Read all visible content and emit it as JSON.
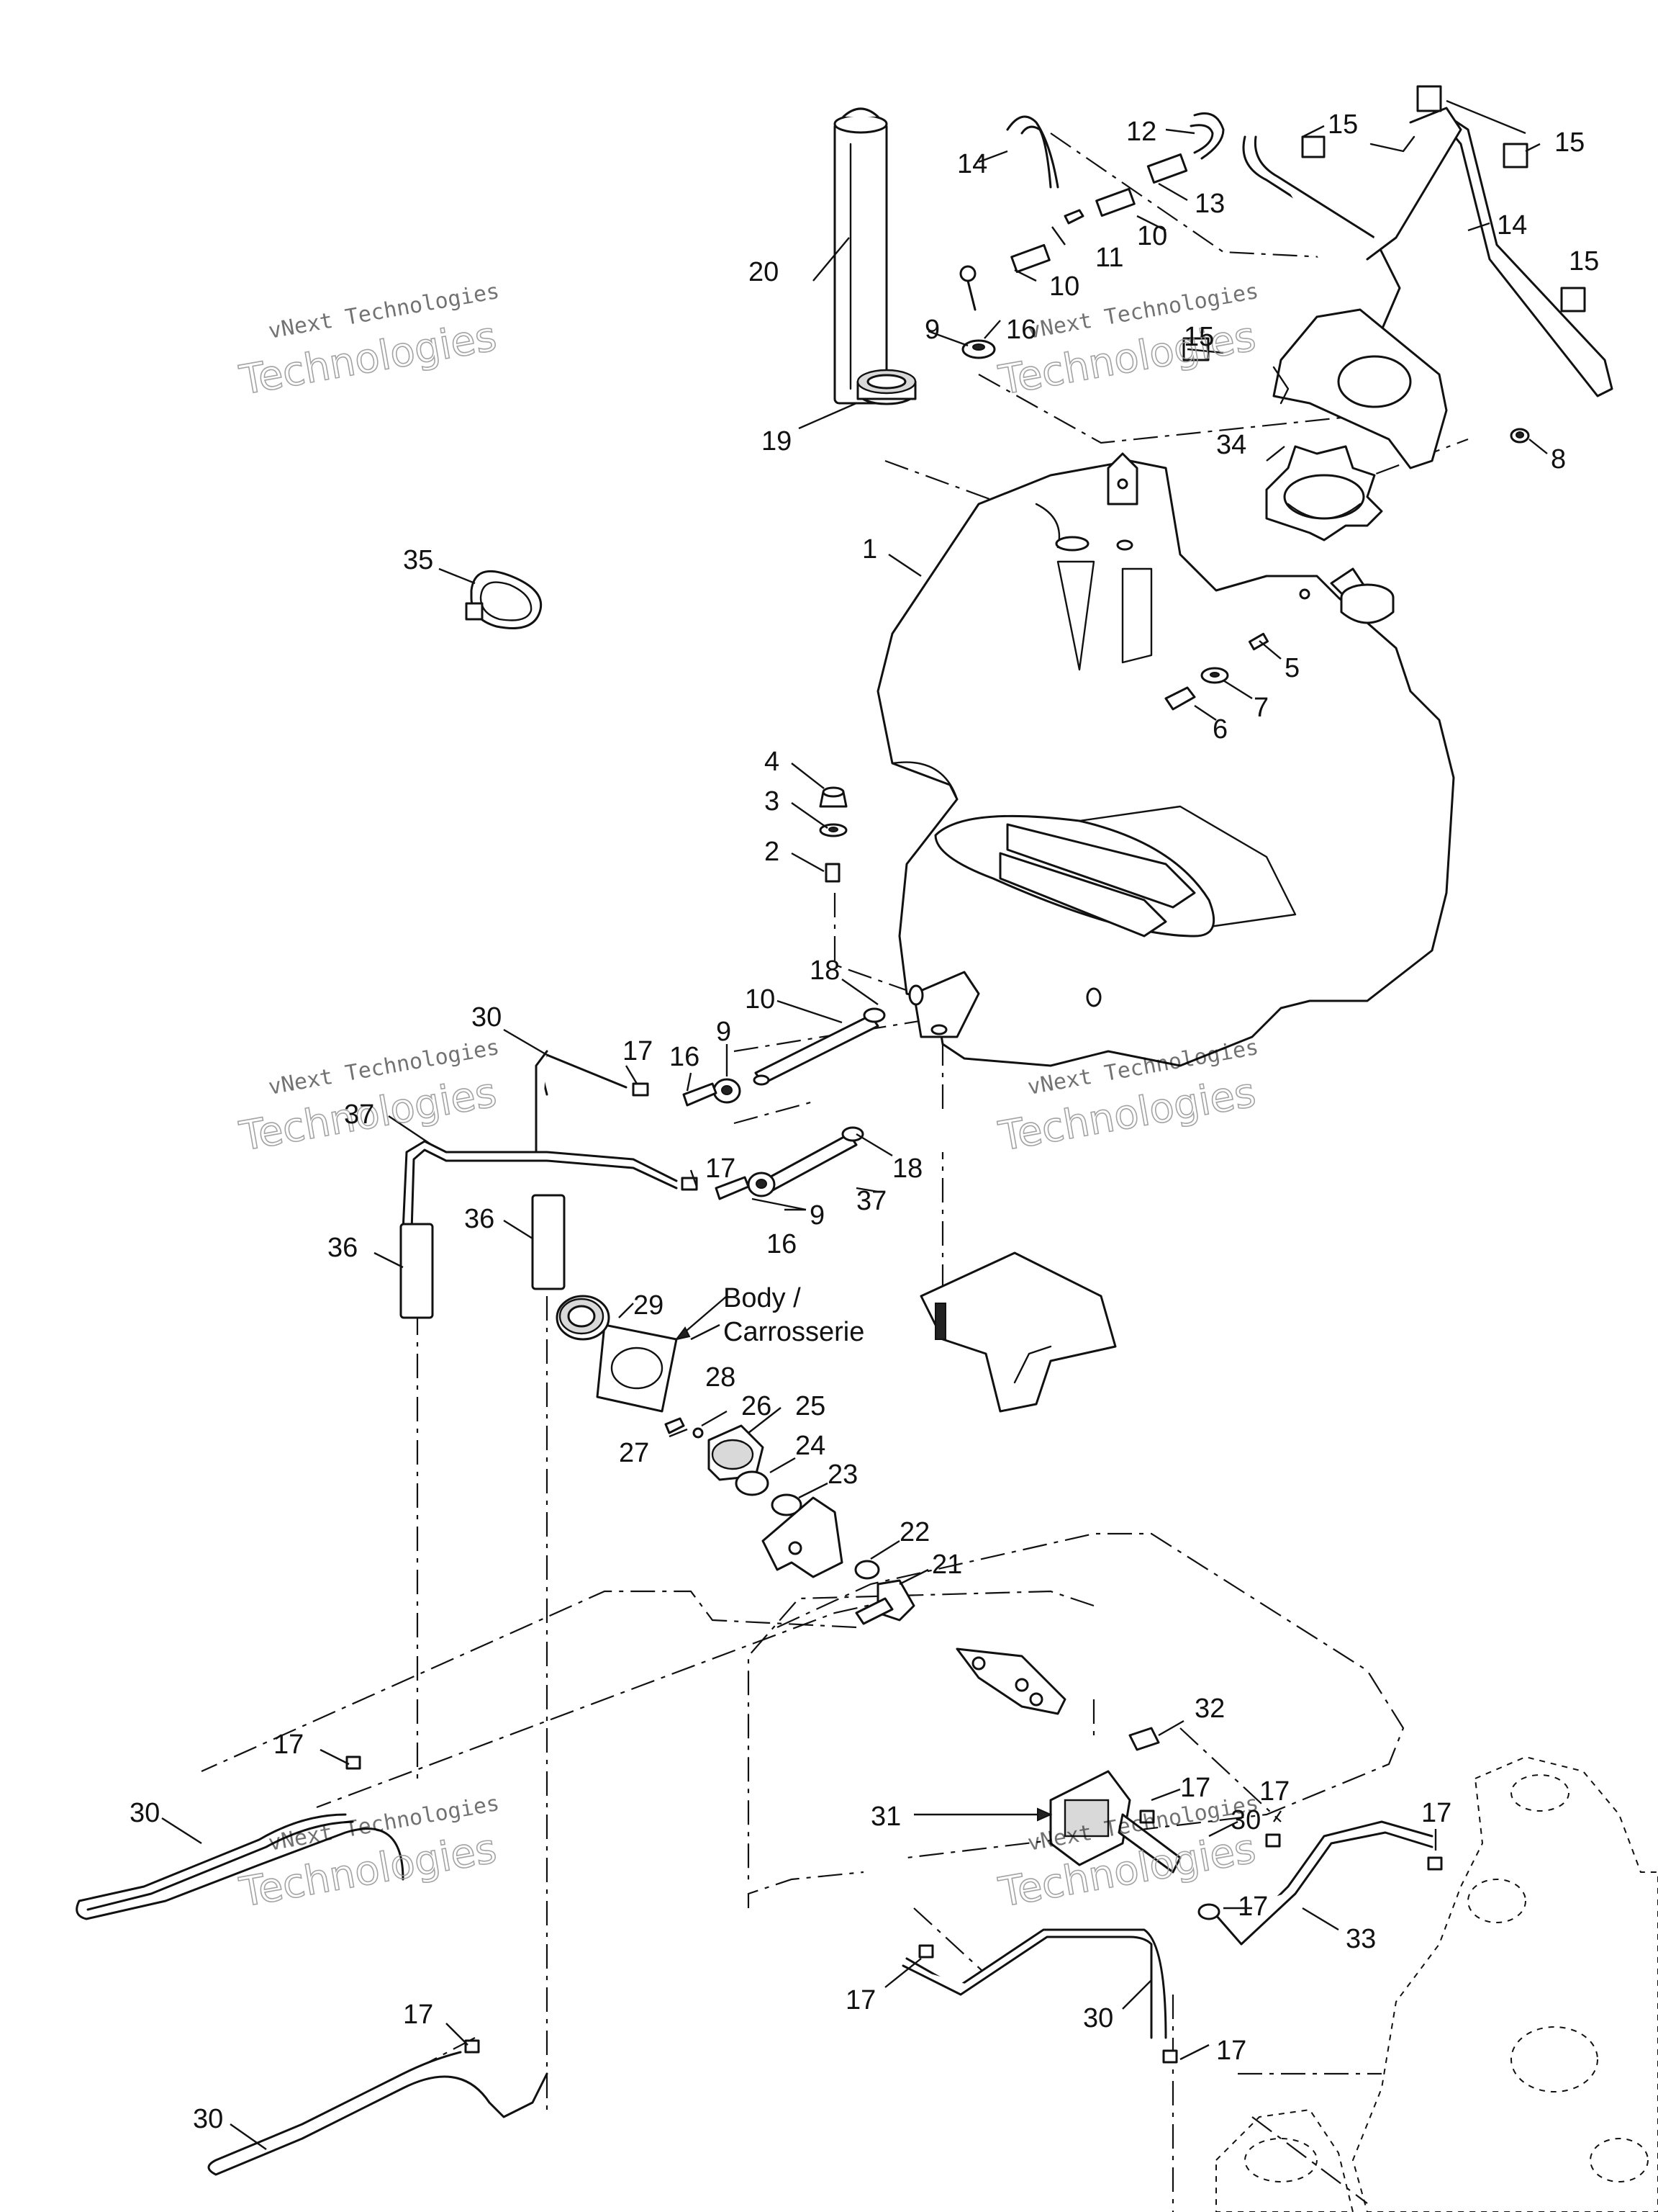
{
  "watermark": {
    "line1": "vNext Technologies",
    "line2": "Technologies"
  },
  "note": {
    "line1": "Body /",
    "line2": "Carrosserie"
  },
  "callouts": {
    "c1": "1",
    "c2": "2",
    "c3": "3",
    "c4": "4",
    "c5": "5",
    "c6": "6",
    "c7": "7",
    "c8": "8",
    "c9": "9",
    "c10": "10",
    "c11": "11",
    "c12": "12",
    "c13": "13",
    "c14": "14",
    "c15": "15",
    "c16": "16",
    "c17": "17",
    "c18": "18",
    "c19": "19",
    "c20": "20",
    "c21": "21",
    "c22": "22",
    "c23": "23",
    "c24": "24",
    "c25": "25",
    "c26": "26",
    "c27": "27",
    "c28": "28",
    "c29": "29",
    "c30": "30",
    "c31": "31",
    "c32": "32",
    "c33": "33",
    "c34": "34",
    "c35": "35",
    "c36": "36",
    "c37": "37"
  }
}
